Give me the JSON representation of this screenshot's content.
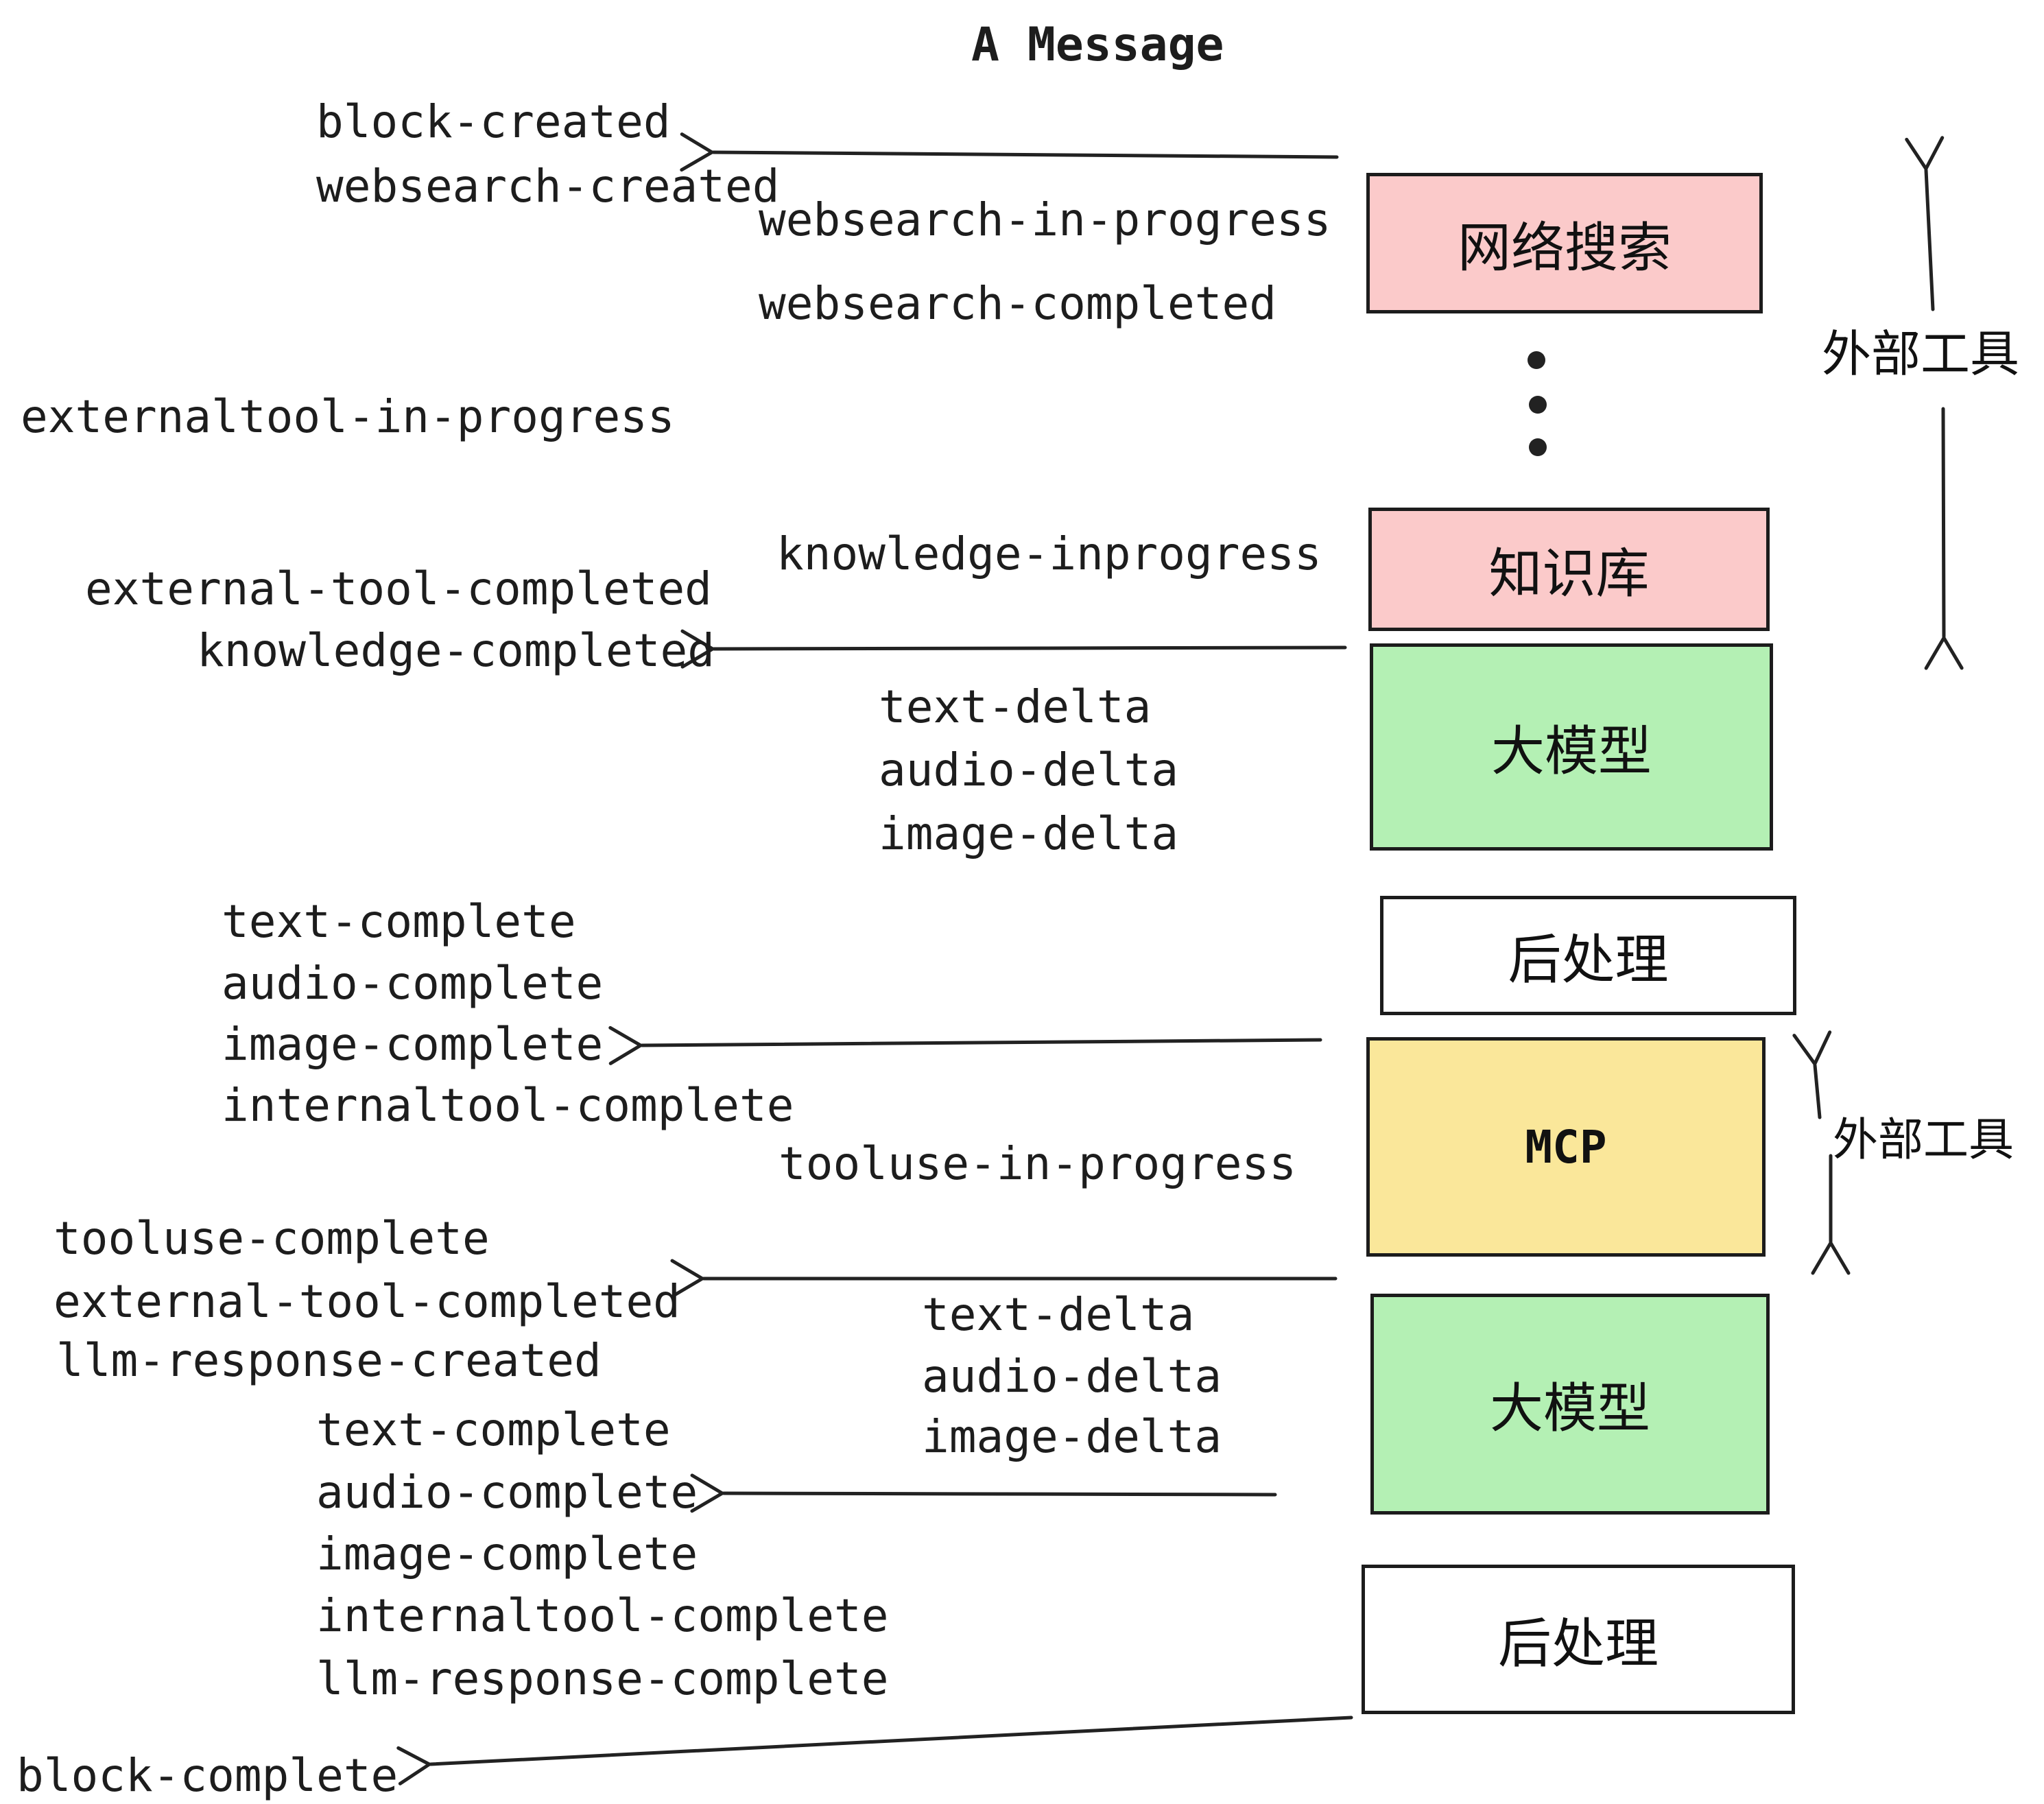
{
  "title": "A Message",
  "colors": {
    "pink": "#FBCACA",
    "green": "#B4F0B4",
    "yellow": "#FAE79A",
    "box_border": "#1C1C1C",
    "text": "#1D1D1D",
    "arrow": "#222222"
  },
  "boxes": {
    "websearch": {
      "label": "网络搜索"
    },
    "knowledge": {
      "label": "知识库"
    },
    "llm1": {
      "label": "大模型"
    },
    "post1": {
      "label": "后处理"
    },
    "mcp": {
      "label": "MCP"
    },
    "llm2": {
      "label": "大模型"
    },
    "post2": {
      "label": "后处理"
    }
  },
  "annotations": {
    "external_tools_top": "外部工具",
    "external_tools_mid": "外部工具"
  },
  "events": {
    "block_created": "block-created",
    "websearch_created": "websearch-created",
    "websearch_in_progress": "websearch-in-progress",
    "websearch_completed": "websearch-completed",
    "externaltool_in_progress": "externaltool-in-progress",
    "knowledge_inprogress": "knowledge-inprogress",
    "external_tool_completed_1": "external-tool-completed",
    "knowledge_completed": "knowledge-completed",
    "text_delta_1": "text-delta",
    "audio_delta_1": "audio-delta",
    "image_delta_1": "image-delta",
    "text_complete_1": "text-complete",
    "audio_complete_1": "audio-complete",
    "image_complete_1": "image-complete",
    "internaltool_complete_1": "internaltool-complete",
    "tooluse_in_progress": "tooluse-in-progress",
    "tooluse_complete": "tooluse-complete",
    "external_tool_completed_2": "external-tool-completed",
    "llm_response_created": "llm-response-created",
    "text_complete_2": "text-complete",
    "audio_complete_2": "audio-complete",
    "image_complete_2": "image-complete",
    "internaltool_complete_2": "internaltool-complete",
    "llm_response_complete": "llm-response-complete",
    "block_complete": "block-complete"
  }
}
